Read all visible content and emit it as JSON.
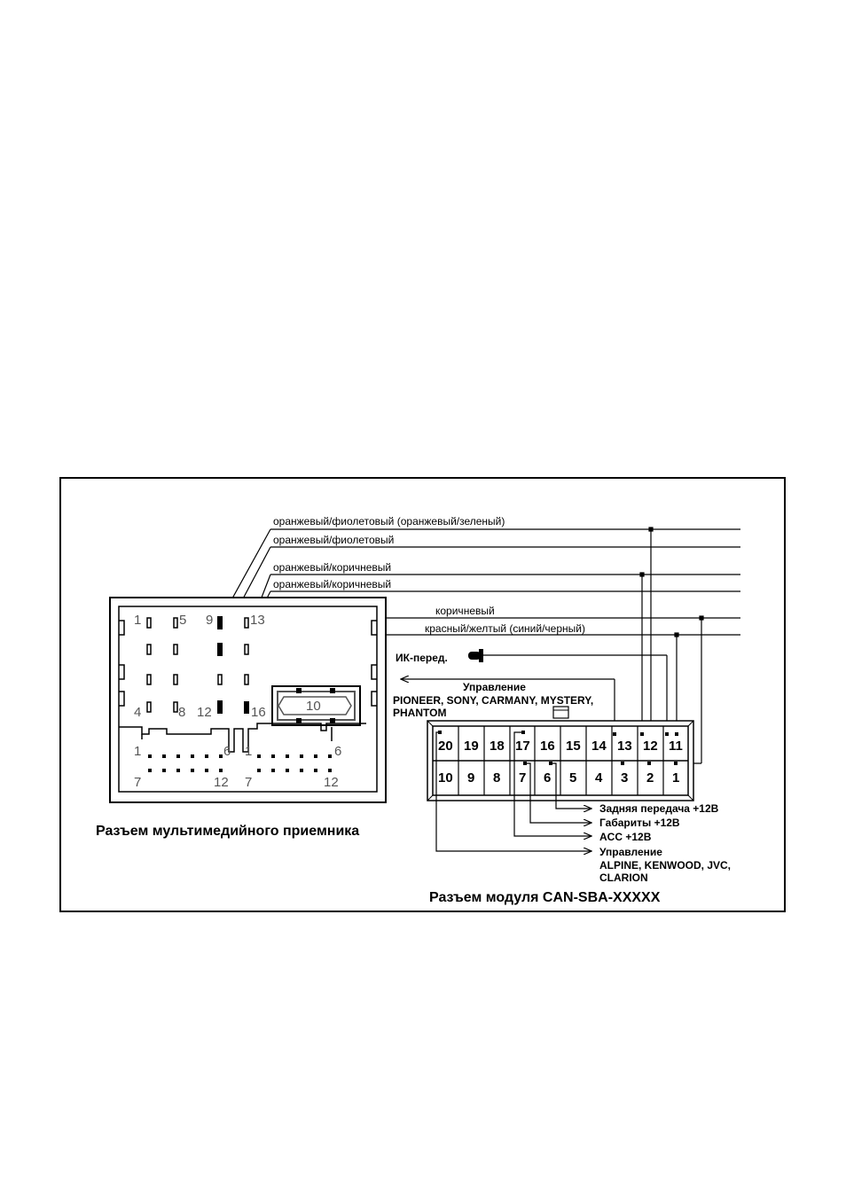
{
  "wire_labels": [
    "оранжевый/фиолетовый (оранжевый/зеленый)",
    "оранжевый/фиолетовый",
    "оранжевый/коричневый",
    "оранжевый/коричневый",
    "коричневый",
    "красный/желтый (синий/черный)"
  ],
  "receiver_connector": {
    "caption": "Разъем мультимедийного приемника",
    "pin_numbers": [
      "1",
      "5",
      "9",
      "13",
      "4",
      "8",
      "12",
      "16"
    ],
    "sub_pins_left": [
      "1",
      "6",
      "7",
      "12"
    ],
    "sub_pins_right": [
      "1",
      "6",
      "7",
      "12"
    ],
    "center_label": "10"
  },
  "module_connector": {
    "caption": "Разъем модуля  CAN-SBA-XXXXX",
    "top_row": [
      "20",
      "19",
      "18",
      "17",
      "16",
      "15",
      "14",
      "13",
      "12",
      "11"
    ],
    "bottom_row": [
      "10",
      "9",
      "8",
      "7",
      "6",
      "5",
      "4",
      "3",
      "2",
      "1"
    ]
  },
  "annotations": {
    "ir_label": "ИК-перед.",
    "control_top": [
      "Управление",
      "PIONEER, SONY, CARMANY, MYSTERY,",
      "PHANTOM"
    ],
    "reverse": "Задняя передача +12В",
    "parking": "Габариты  +12В",
    "acc": "ACC +12В",
    "control_bottom": [
      "Управление",
      "ALPINE, KENWOOD, JVC,",
      "CLARION"
    ]
  }
}
